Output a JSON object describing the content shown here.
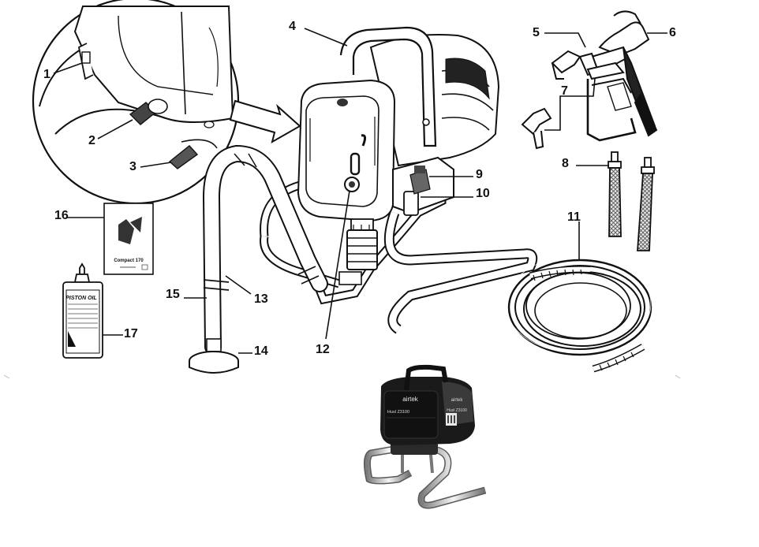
{
  "callouts": {
    "n1": "1",
    "n2": "2",
    "n3": "3",
    "n4": "4",
    "n5": "5",
    "n6": "6",
    "n7": "7",
    "n8": "8",
    "n9": "9",
    "n10": "10",
    "n11": "11",
    "n12": "12",
    "n13": "13",
    "n14": "14",
    "n15": "15",
    "n16": "16",
    "n17": "17"
  },
  "manual": {
    "title": "Compact 170"
  },
  "oil_bottle": {
    "label": "PISTON OIL"
  },
  "product_photo": {
    "brand": "airtek",
    "model": "Husl Z3100",
    "side_model": "Husl Z3100"
  }
}
